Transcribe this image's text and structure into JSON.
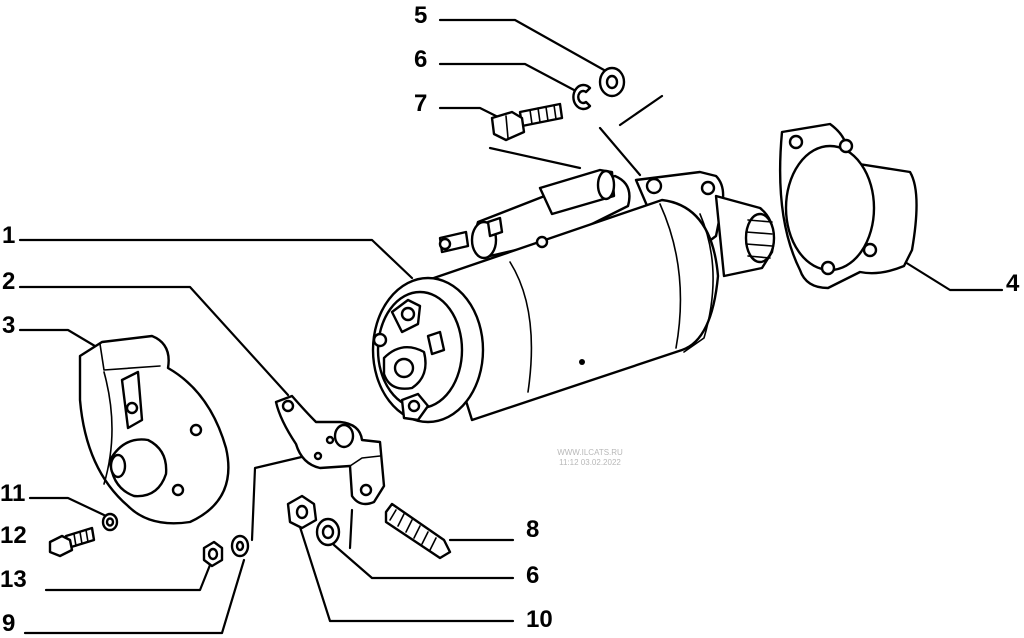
{
  "diagram": {
    "callouts": [
      {
        "id": "c5",
        "text": "5"
      },
      {
        "id": "c6a",
        "text": "6"
      },
      {
        "id": "c7",
        "text": "7"
      },
      {
        "id": "c1",
        "text": "1"
      },
      {
        "id": "c2",
        "text": "2"
      },
      {
        "id": "c3",
        "text": "3"
      },
      {
        "id": "c4",
        "text": "4"
      },
      {
        "id": "c11",
        "text": "11"
      },
      {
        "id": "c12",
        "text": "12"
      },
      {
        "id": "c13",
        "text": "13"
      },
      {
        "id": "c9",
        "text": "9"
      },
      {
        "id": "c8",
        "text": "8"
      },
      {
        "id": "c6b",
        "text": "6"
      },
      {
        "id": "c10",
        "text": "10"
      }
    ],
    "watermark": {
      "site": "WWW.ILCATS.RU",
      "timestamp": "11:12 03.02.2022"
    }
  }
}
